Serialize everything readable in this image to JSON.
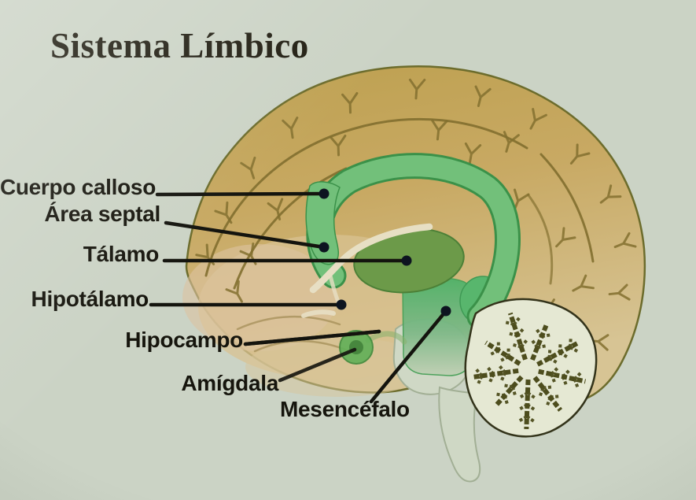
{
  "title": "Sistema Límbico",
  "labels": [
    {
      "id": "cuerpo-calloso",
      "text": "Cuerpo calloso"
    },
    {
      "id": "area-septal",
      "text": "Área septal"
    },
    {
      "id": "talamo",
      "text": "Tálamo"
    },
    {
      "id": "hipotalamo",
      "text": "Hipotálamo"
    },
    {
      "id": "hipocampo",
      "text": "Hipocampo"
    },
    {
      "id": "amigdala",
      "text": "Amígdala"
    },
    {
      "id": "mesencefalo",
      "text": "Mesencéfalo"
    }
  ],
  "palette": {
    "background": "#cbd3c5",
    "cortex_tan": "#c4a55e",
    "limbic_green": "#72c07a",
    "thalamus_green": "#6c9a49",
    "midbrain_green": "#4eb268",
    "cerebellum_cream": "#e5e8d3",
    "arbor_dark": "#4d4d1d",
    "text": "#16150d",
    "leader_line": "#14140e"
  }
}
